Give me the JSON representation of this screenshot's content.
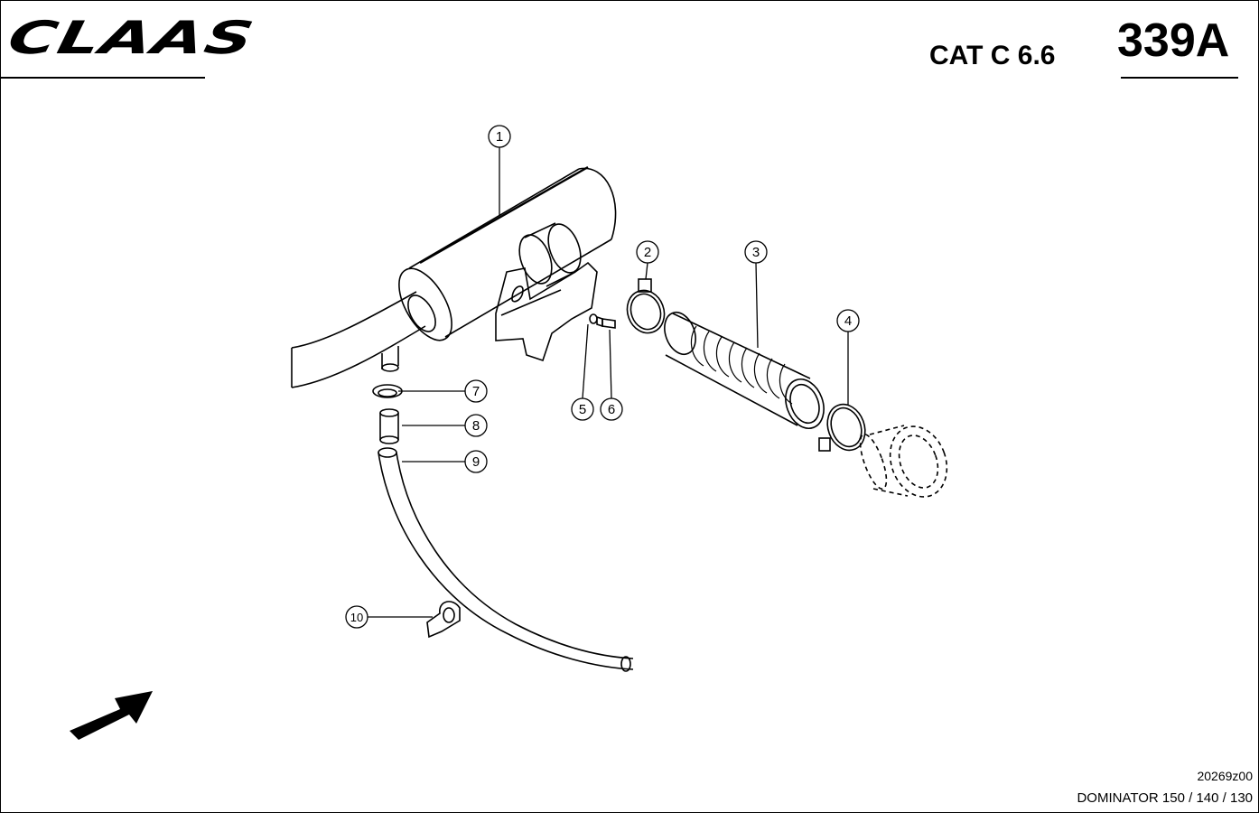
{
  "header": {
    "brand": "CLAAS",
    "engine": "CAT C 6.6",
    "page_number": "339A"
  },
  "footer": {
    "drawing_number": "20269z00",
    "model": "DOMINATOR 150 / 140 / 130"
  },
  "callouts": [
    "1",
    "2",
    "3",
    "4",
    "5",
    "6",
    "7",
    "8",
    "9",
    "10"
  ]
}
